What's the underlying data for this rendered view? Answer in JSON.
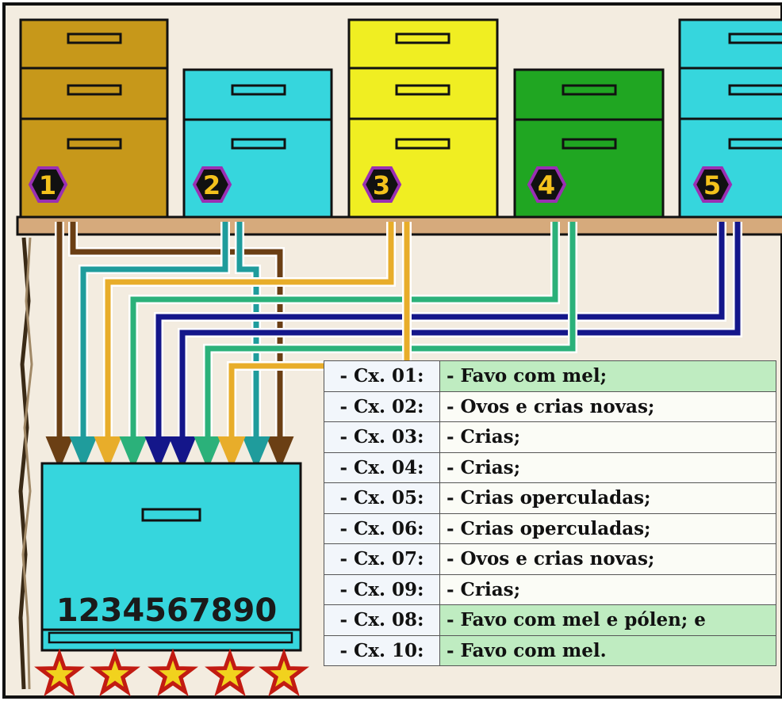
{
  "boxes": [
    {
      "number": "1",
      "color": "#c7981a",
      "dark": "#8a6a0c"
    },
    {
      "number": "2",
      "color": "#36d6dd",
      "dark": "#1a8f95"
    },
    {
      "number": "3",
      "color": "#f0ee22",
      "dark": "#a9a712"
    },
    {
      "number": "4",
      "color": "#20a622",
      "dark": "#126c13"
    },
    {
      "number": "5",
      "color": "#36d6dd",
      "dark": "#1a8f95"
    }
  ],
  "hive": {
    "number_label": "1234567890",
    "color": "#36d6dd"
  },
  "arrow_colors": {
    "brown": "#6b3f14",
    "teal": "#1f9c9c",
    "gold": "#e8ad2a",
    "green": "#2bb17a",
    "navy": "#14168a"
  },
  "legend": {
    "rows": [
      {
        "label": "- Cx. 01:",
        "text": "- Favo com mel;"
      },
      {
        "label": "- Cx. 02:",
        "text": "- Ovos e crias novas;"
      },
      {
        "label": "- Cx. 03:",
        "text": "- Crias;"
      },
      {
        "label": "- Cx. 04:",
        "text": "- Crias;"
      },
      {
        "label": "- Cx. 05:",
        "text": "- Crias operculadas;"
      },
      {
        "label": "- Cx. 06:",
        "text": "- Crias operculadas;"
      },
      {
        "label": "- Cx. 07:",
        "text": "- Ovos e crias novas;"
      },
      {
        "label": "- Cx. 09:",
        "text": "- Crias;"
      },
      {
        "label": "- Cx. 08:",
        "text": "- Favo com mel e pólen; e"
      },
      {
        "label": "- Cx. 10:",
        "text": "- Favo com mel."
      }
    ]
  }
}
